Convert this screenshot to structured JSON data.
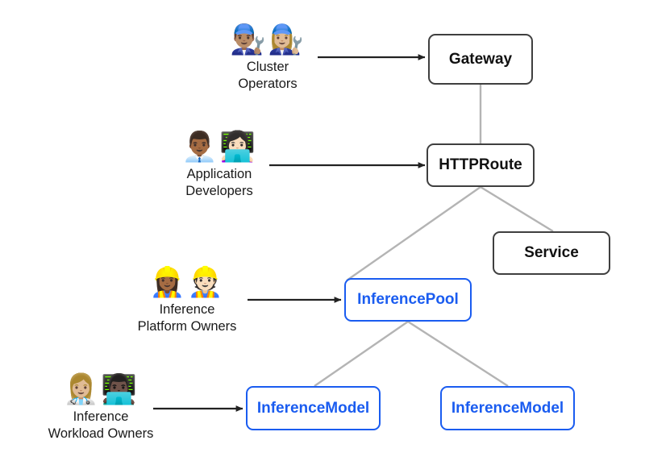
{
  "diagram": {
    "title": "Gateway API Inference Extension personas and resources",
    "background_color": "#ffffff",
    "colors": {
      "box_border": "#3f3f3f",
      "box_text": "#111111",
      "blue_border": "#1a5cf0",
      "blue_text": "#1a5cf0",
      "edge_line": "#b4b4b4",
      "arrow": "#222222"
    },
    "personas": [
      {
        "id": "cluster-operators",
        "emoji": "👨🏽‍🔧👩🏼‍🔧",
        "emoji_names": [
          "man-mechanic-icon",
          "woman-mechanic-icon"
        ],
        "label": "Cluster\nOperators",
        "arrow_target": "Gateway"
      },
      {
        "id": "application-developers",
        "emoji": "👨🏾‍💼👩🏻‍💻",
        "emoji_names": [
          "man-office-worker-icon",
          "woman-technologist-icon"
        ],
        "label": "Application\nDevelopers",
        "arrow_target": "HTTPRoute"
      },
      {
        "id": "inference-platform-owners",
        "emoji": "👷🏾‍♀️👷🏻",
        "emoji_names": [
          "woman-construction-worker-icon",
          "construction-worker-icon"
        ],
        "label": "Inference\nPlatform Owners",
        "arrow_target": "InferencePool"
      },
      {
        "id": "inference-workload-owners",
        "emoji": "👩🏼‍⚕️👨🏿‍💻",
        "emoji_names": [
          "woman-health-worker-icon",
          "man-technologist-icon"
        ],
        "label": "Inference\nWorkload Owners",
        "arrow_target": "InferenceModel"
      }
    ],
    "nodes": [
      {
        "id": "gateway",
        "label": "Gateway",
        "style": "std"
      },
      {
        "id": "httproute",
        "label": "HTTPRoute",
        "style": "std"
      },
      {
        "id": "service",
        "label": "Service",
        "style": "std"
      },
      {
        "id": "inferencepool",
        "label": "InferencePool",
        "style": "blue"
      },
      {
        "id": "inferencemodel-1",
        "label": "InferenceModel",
        "style": "blue"
      },
      {
        "id": "inferencemodel-2",
        "label": "InferenceModel",
        "style": "blue"
      }
    ],
    "edges": [
      {
        "from": "Gateway",
        "to": "HTTPRoute",
        "kind": "link"
      },
      {
        "from": "HTTPRoute",
        "to": "InferencePool",
        "kind": "link"
      },
      {
        "from": "HTTPRoute",
        "to": "Service",
        "kind": "link"
      },
      {
        "from": "InferencePool",
        "to": "InferenceModel",
        "kind": "link"
      },
      {
        "from": "InferencePool",
        "to": "InferenceModel",
        "kind": "link"
      },
      {
        "from": "Cluster Operators",
        "to": "Gateway",
        "kind": "arrow"
      },
      {
        "from": "Application Developers",
        "to": "HTTPRoute",
        "kind": "arrow"
      },
      {
        "from": "Inference Platform Owners",
        "to": "InferencePool",
        "kind": "arrow"
      },
      {
        "from": "Inference Workload Owners",
        "to": "InferenceModel",
        "kind": "arrow"
      }
    ]
  }
}
